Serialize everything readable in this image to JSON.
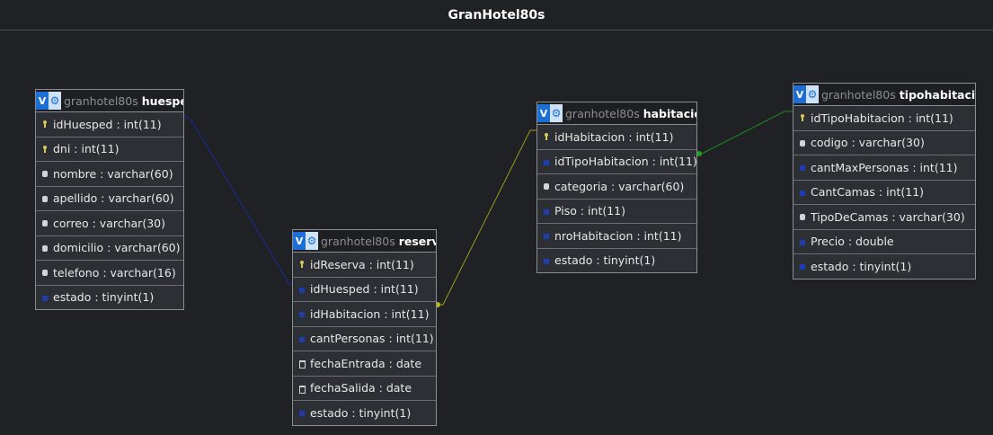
{
  "title": "GranHotel80s",
  "badge": {
    "v": "V",
    "g": "⚙"
  },
  "tables": {
    "huesped": {
      "schema": "granhotel80s",
      "name": "huesped",
      "fields": [
        {
          "label": "idHuesped : int(11)",
          "icon": "key-icon"
        },
        {
          "label": "dni : int(11)",
          "icon": "key-icon"
        },
        {
          "label": "nombre : varchar(60)",
          "icon": "field-icon"
        },
        {
          "label": "apellido : varchar(60)",
          "icon": "field-icon"
        },
        {
          "label": "correo : varchar(30)",
          "icon": "field-icon"
        },
        {
          "label": "domicilio : varchar(60)",
          "icon": "field-icon"
        },
        {
          "label": "telefono : varchar(16)",
          "icon": "field-icon"
        },
        {
          "label": "estado : tinyint(1)",
          "icon": "numeric-icon"
        }
      ]
    },
    "reserva": {
      "schema": "granhotel80s",
      "name": "reserva",
      "fields": [
        {
          "label": "idReserva : int(11)",
          "icon": "key-icon"
        },
        {
          "label": "idHuesped : int(11)",
          "icon": "numeric-icon"
        },
        {
          "label": "idHabitacion : int(11)",
          "icon": "numeric-icon"
        },
        {
          "label": "cantPersonas : int(11)",
          "icon": "numeric-icon"
        },
        {
          "label": "fechaEntrada : date",
          "icon": "date-icon"
        },
        {
          "label": "fechaSalida : date",
          "icon": "date-icon"
        },
        {
          "label": "estado : tinyint(1)",
          "icon": "numeric-icon"
        }
      ]
    },
    "habitacion": {
      "schema": "granhotel80s",
      "name": "habitacion",
      "fields": [
        {
          "label": "idHabitacion : int(11)",
          "icon": "key-icon"
        },
        {
          "label": "idTipoHabitacion : int(11)",
          "icon": "numeric-icon"
        },
        {
          "label": "categoria : varchar(60)",
          "icon": "field-icon"
        },
        {
          "label": "Piso : int(11)",
          "icon": "numeric-icon"
        },
        {
          "label": "nroHabitacion : int(11)",
          "icon": "numeric-icon"
        },
        {
          "label": "estado : tinyint(1)",
          "icon": "numeric-icon"
        }
      ]
    },
    "tipohabitacion": {
      "schema": "granhotel80s",
      "name": "tipohabitacion",
      "fields": [
        {
          "label": "idTipoHabitacion : int(11)",
          "icon": "key-icon"
        },
        {
          "label": "codigo : varchar(30)",
          "icon": "field-icon"
        },
        {
          "label": "cantMaxPersonas : int(11)",
          "icon": "numeric-icon"
        },
        {
          "label": "CantCamas : int(11)",
          "icon": "numeric-icon"
        },
        {
          "label": "TipoDeCamas : varchar(30)",
          "icon": "field-icon"
        },
        {
          "label": "Precio : double",
          "icon": "numeric-icon"
        },
        {
          "label": "estado : tinyint(1)",
          "icon": "numeric-icon"
        }
      ]
    }
  },
  "relations": [
    {
      "from": "huesped.idHuesped",
      "to": "reserva.idHuesped",
      "color": "#1a2a9a"
    },
    {
      "from": "reserva.idHabitacion",
      "to": "habitacion.idHabitacion",
      "color": "#9a9a1c"
    },
    {
      "from": "habitacion.idTipoHabitacion",
      "to": "tipohabitacion.idTipoHabitacion",
      "color": "#1e8a1e"
    }
  ]
}
